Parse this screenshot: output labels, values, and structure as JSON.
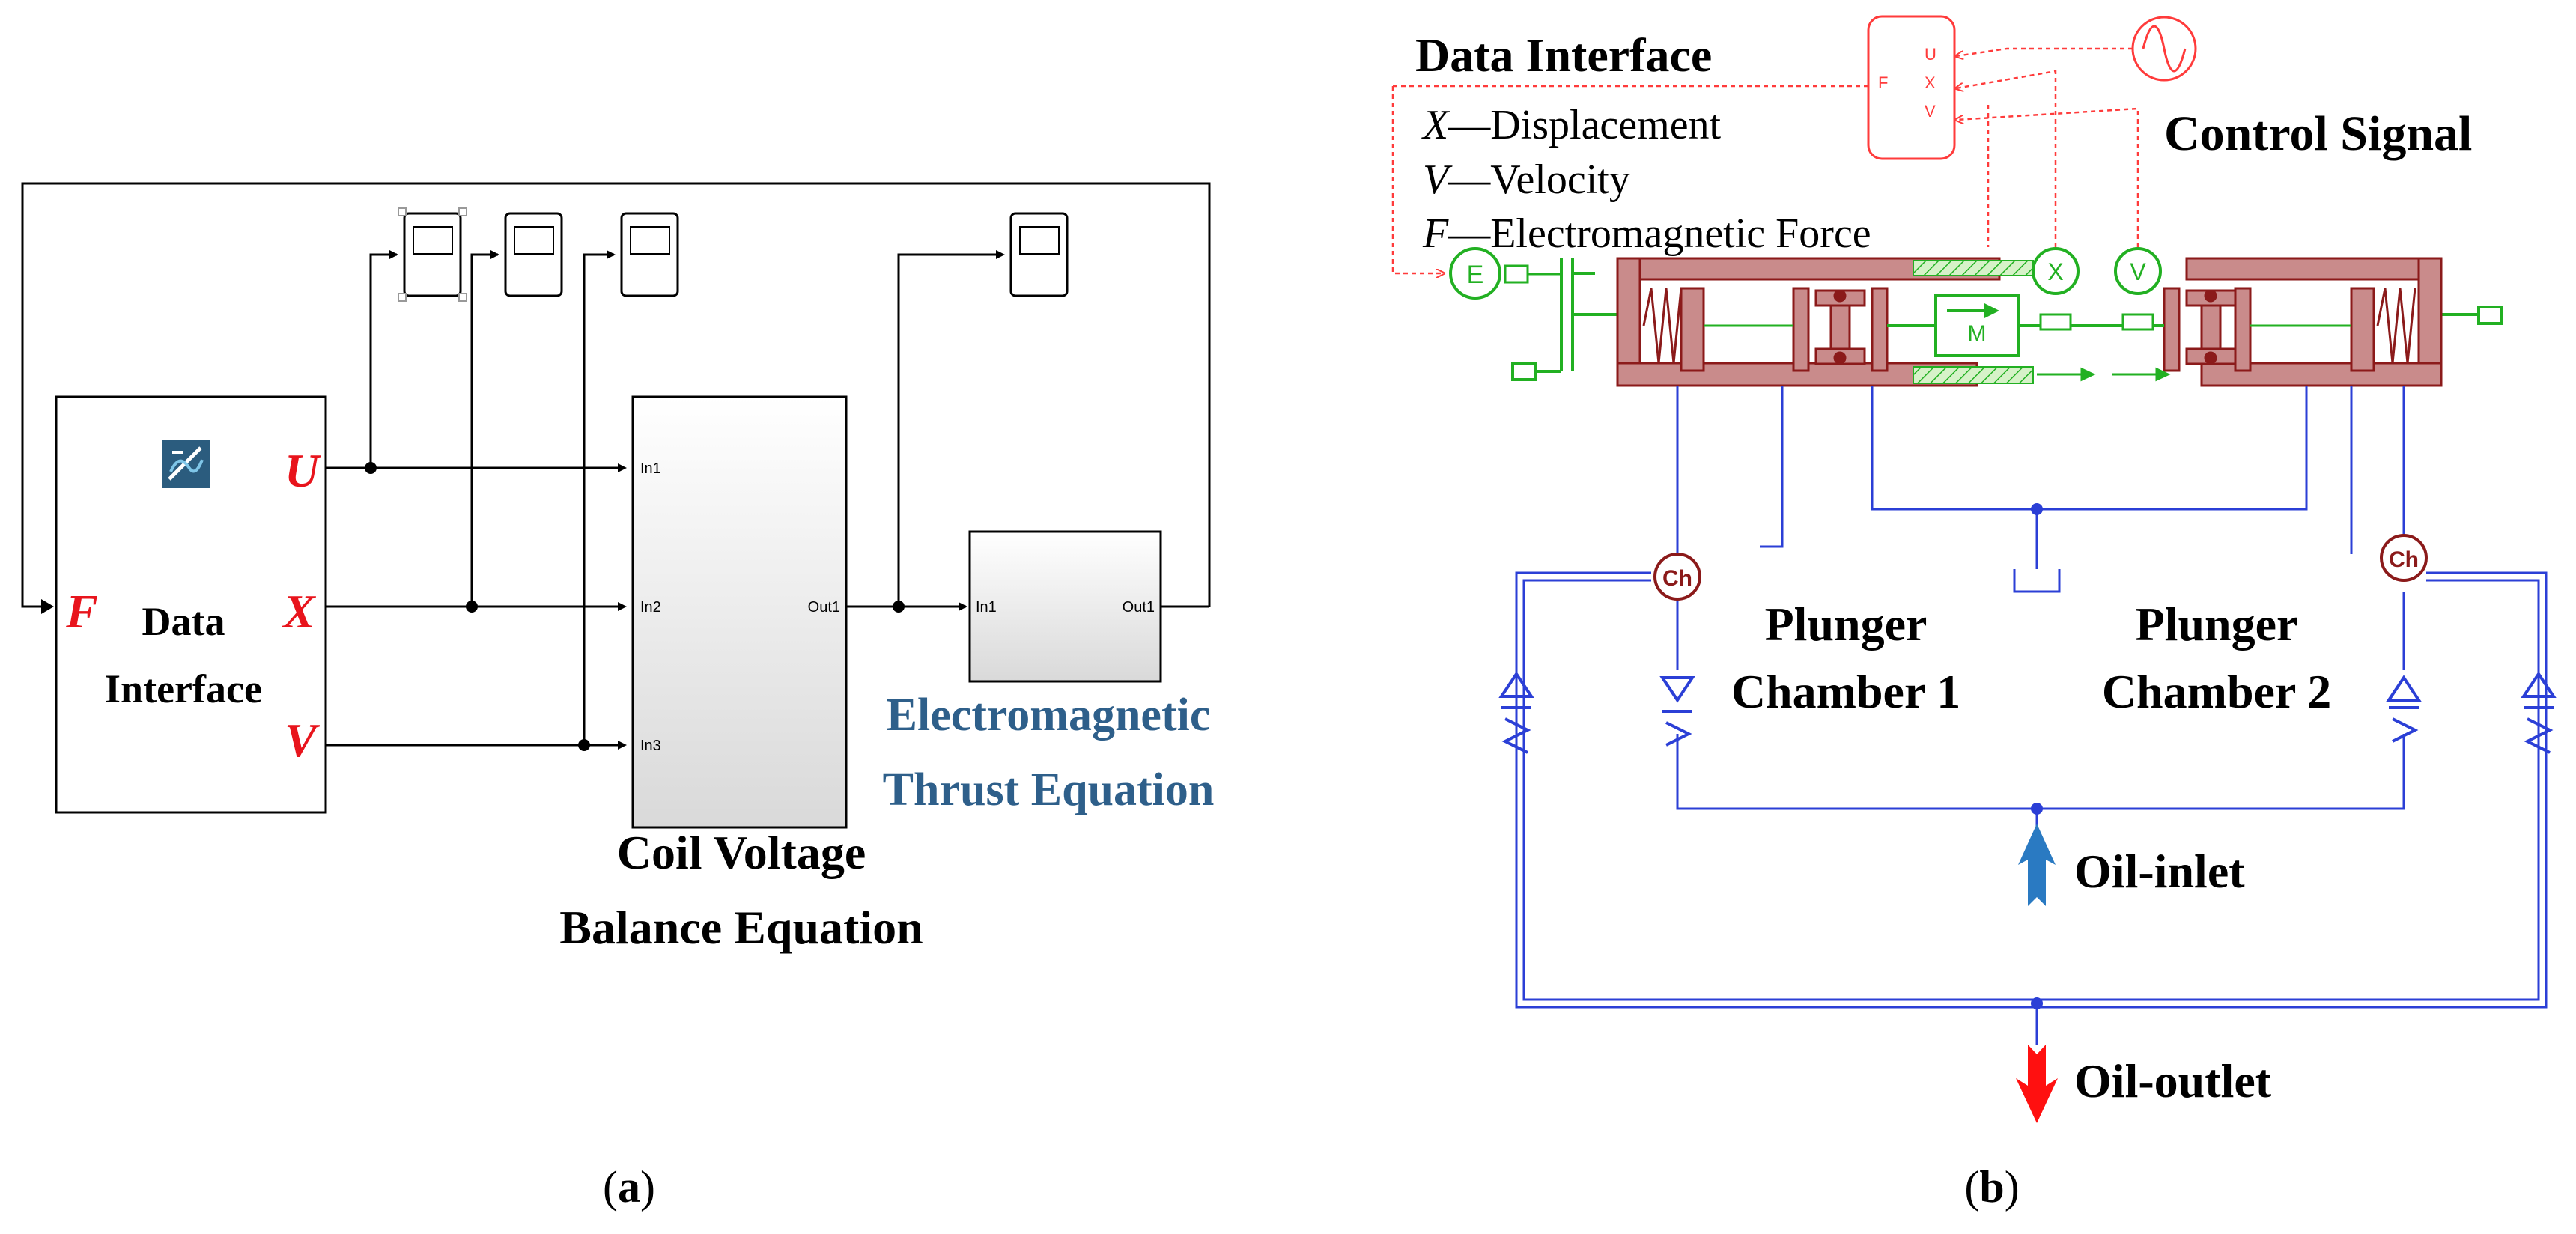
{
  "panel_a": {
    "caption_open": "(",
    "caption_letter": "a",
    "caption_close": ")",
    "data_interface_block": {
      "title_line1": "Data",
      "title_line2": "Interface",
      "port_u": "U",
      "port_x": "X",
      "port_v": "V",
      "port_f": "F"
    },
    "coil_block": {
      "in1": "In1",
      "in2": "In2",
      "in3": "In3",
      "out1": "Out1",
      "caption_line1": "Coil Voltage",
      "caption_line2": "Balance Equation"
    },
    "thrust_block": {
      "in1": "In1",
      "out1": "Out1",
      "caption_line1": "Electromagnetic",
      "caption_line2": "Thrust Equation"
    }
  },
  "panel_b": {
    "caption_open": "(",
    "caption_letter": "b",
    "caption_close": ")",
    "legend": {
      "title": "Data Interface",
      "x_symbol": "X",
      "x_text": "—Displacement",
      "v_symbol": "V",
      "v_text": "—Velocity",
      "f_symbol": "F",
      "f_text": "—Electromagnetic Force"
    },
    "interface_box": {
      "u": "U",
      "x": "X",
      "v": "V",
      "f": "F"
    },
    "control_signal": "Control Signal",
    "sensor_x": "X",
    "sensor_v": "V",
    "mass": "M",
    "force_source": "E",
    "chamber_marker_1": "Ch",
    "chamber_marker_2": "Ch",
    "plunger1_line1": "Plunger",
    "plunger1_line2": "Chamber 1",
    "plunger2_line1": "Plunger",
    "plunger2_line2": "Chamber 2",
    "oil_inlet": "Oil-inlet",
    "oil_outlet": "Oil-outlet"
  },
  "colors": {
    "accent_red": "#e8141c",
    "simulink_blue": "#2e5f8a",
    "hydraulic_blue": "#2b3fd6",
    "mechanical_green": "#22b022",
    "housing_brown": "#c98b8b",
    "housing_stroke": "#8b1a1a",
    "signal_red": "#ff3b3b"
  }
}
